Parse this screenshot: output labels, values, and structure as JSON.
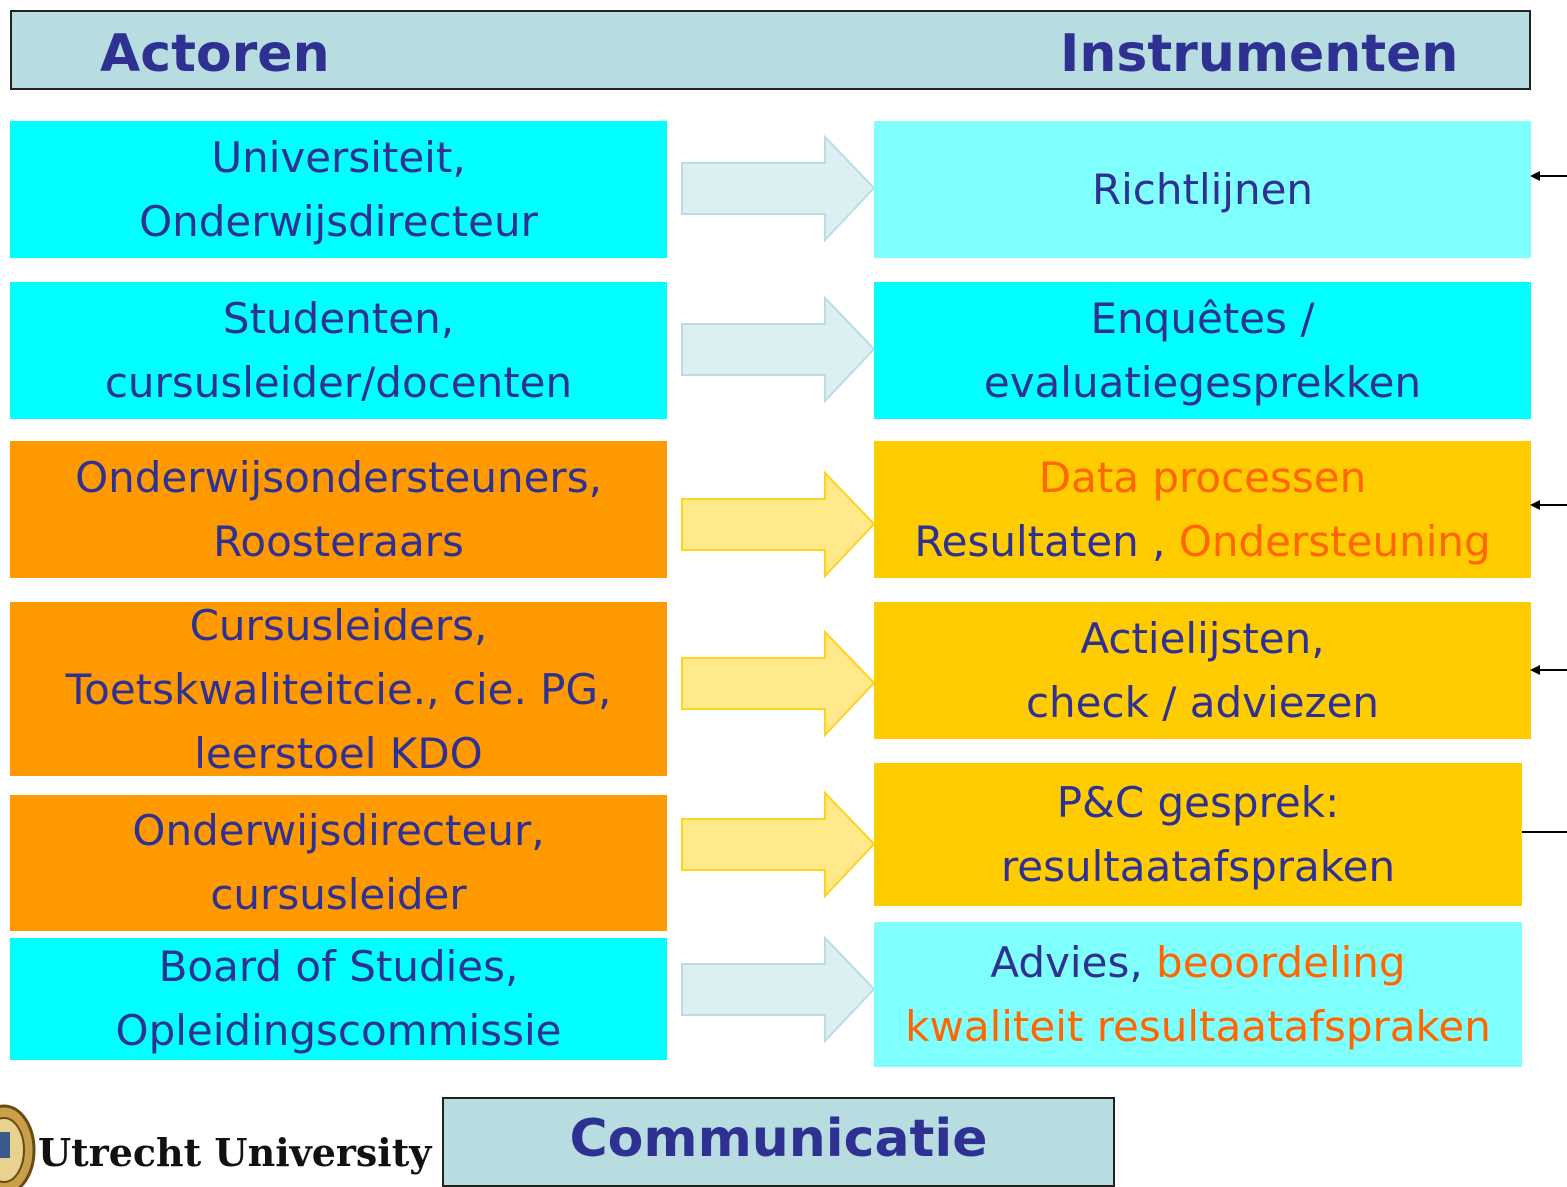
{
  "header": {
    "left": "Actoren",
    "right": "Instrumenten"
  },
  "actors": [
    {
      "lines": [
        "Universiteit,",
        "Onderwijsdirecteur"
      ]
    },
    {
      "lines": [
        "Studenten,",
        "cursusleider/docenten"
      ]
    },
    {
      "lines": [
        "Onderwijsondersteuners,",
        "Roosteraars"
      ]
    },
    {
      "lines": [
        "Cursusleiders,",
        "Toetskwaliteitcie., cie. PG,",
        "leerstoel KDO"
      ]
    },
    {
      "lines": [
        "Onderwijsdirecteur,",
        "cursusleider"
      ]
    },
    {
      "lines": [
        "Board of Studies,",
        "Opleidingscommissie"
      ]
    }
  ],
  "instruments": [
    {
      "line1": "Richtlijnen"
    },
    {
      "line1": "Enquêtes /",
      "line2": "evaluatiegesprekken"
    },
    {
      "line1": "Data processen",
      "line2a": "Resultaten , ",
      "line2b": "Ondersteuning"
    },
    {
      "line1": "Actielijsten,",
      "line2": "check / adviezen"
    },
    {
      "line1": "P&C gesprek:",
      "line2": "resultaatafspraken"
    },
    {
      "line1a": "Advies, ",
      "line1b": "beoordeling",
      "line2": "kwaliteit resultaatafspraken"
    }
  ],
  "footer": {
    "communication": "Communicatie",
    "university": "Utrecht University"
  },
  "colors": {
    "header_bg": "#b7dde0",
    "text_navy": "#2e3192",
    "cyan": "#00ffff",
    "light_cyan": "#80ffff",
    "orange": "#ff9900",
    "yellow": "#ffcc00",
    "orange_text": "#ff6600"
  }
}
